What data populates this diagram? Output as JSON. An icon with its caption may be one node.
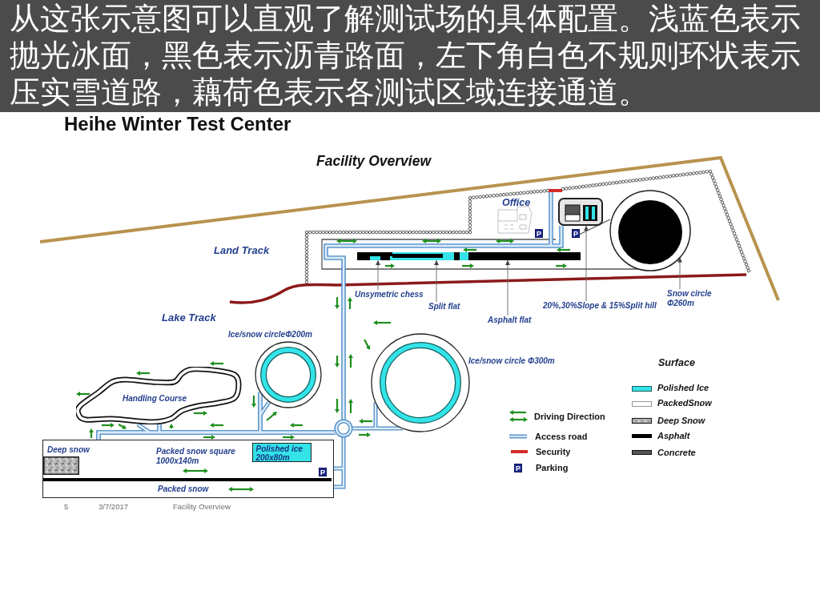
{
  "diagram": {
    "title": "Heihe Winter Test Center",
    "caption": "从这张示意图可以直观了解测试场的具体配置。浅蓝色表示抛光冰面，黑色表示沥青路面，左下角白色不规则环状表示压实雪道路，藕荷色表示各测试区域连接通道。",
    "nodes": [
      {
        "text": [
          "Unsymetric chess"
        ]
      },
      {
        "text": [],
        "shape": "bar"
      },
      {
        "text": [
          "Split flat"
        ]
      },
      {
        "text": [],
        "shape": "bar"
      },
      {
        "text": [
          "Asphalt flat"
        ]
      },
      {
        "text": [],
        "shape": "bar"
      },
      {
        "text": [
          "20%,30%Slope & 15%Split hill"
        ]
      },
      {
        "text": [],
        "shape": "box"
      },
      {
        "text": [
          "Snow circle Φ260m"
        ]
      },
      {
        "text": [],
        "shape": "circle"
      },
      {
        "text": [
          "Ice/snow circleΦ200m"
        ]
      },
      {
        "text": [
          "Ice/snow circle Φ300m"
        ]
      },
      {
        "text": [
          "Handling Course"
        ]
      },
      {
        "text": [
          "Packed snow square 1000x140m",
          "Packed snow"
        ]
      },
      {
        "text": [
          "Deep snow"
        ],
        "in": 13
      },
      {
        "text": [
          "Polished ice 200x80m"
        ],
        "in": 13
      },
      {
        "text": [],
        "shape": "circle"
      },
      {
        "text": [],
        "shape": "bar"
      }
    ],
    "edges": [
      {
        "from": 0,
        "to": 1,
        "arrow": "to",
        "color": "#666666"
      },
      {
        "from": 2,
        "to": 3,
        "arrow": "to",
        "color": "#666666"
      },
      {
        "from": 4,
        "to": 5,
        "arrow": "to",
        "color": "#666666"
      },
      {
        "from": 6,
        "to": 7,
        "arrow": "to",
        "color": "#666666"
      },
      {
        "from": 8,
        "to": 9,
        "arrow": "to",
        "color": "#666666"
      },
      {
        "from": 16,
        "to": 11,
        "arrow": "none",
        "color": "#4a8cc9"
      },
      {
        "from": 16,
        "to": 13,
        "arrow": "none",
        "color": "#4a8cc9"
      },
      {
        "from": 16,
        "to": 13,
        "arrow": "none",
        "color": "#4a8cc9"
      },
      {
        "from": 16,
        "to": 10,
        "arrow": "none",
        "color": "#4a8cc9"
      },
      {
        "from": 16,
        "to": 12,
        "arrow": "none",
        "color": "#4a8cc9"
      },
      {
        "from": 16,
        "to": 7,
        "arrow": "none",
        "color": "#4a8cc9"
      },
      {
        "from": 16,
        "to": 17,
        "arrow": "none",
        "color": "#4a8cc9"
      },
      {
        "from": 7,
        "to": 17,
        "arrow": "none",
        "color": "#4a8cc9"
      },
      {
        "from": 10,
        "to": 13,
        "arrow": "none",
        "color": "#4a8cc9"
      },
      {
        "from": 10,
        "to": 12,
        "arrow": "none",
        "color": "#4a8cc9"
      },
      {
        "from": 12,
        "to": 13,
        "arrow": "none",
        "color": "#4a8cc9"
      }
    ],
    "labels": [
      "Facility Overview",
      "Office",
      "P",
      "P",
      "Land Track",
      "Lake Track",
      "Surface",
      "P",
      "P",
      "5",
      "3/7/2017",
      "Facility Overview"
    ],
    "legend": [
      {
        "text": "Driving Direction"
      },
      {
        "text": "Access road"
      },
      {
        "text": "Security",
        "color": "#d42a2a"
      },
      {
        "text": "Parking"
      },
      {
        "text": "Polished Ice",
        "color": "#33e3e8"
      },
      {
        "text": "PackedSnow",
        "color": "#ffffff"
      },
      {
        "text": "Deep Snow"
      },
      {
        "text": "Asphalt",
        "color": "#000000"
      },
      {
        "text": "Concrete",
        "color": "#555555"
      }
    ]
  }
}
